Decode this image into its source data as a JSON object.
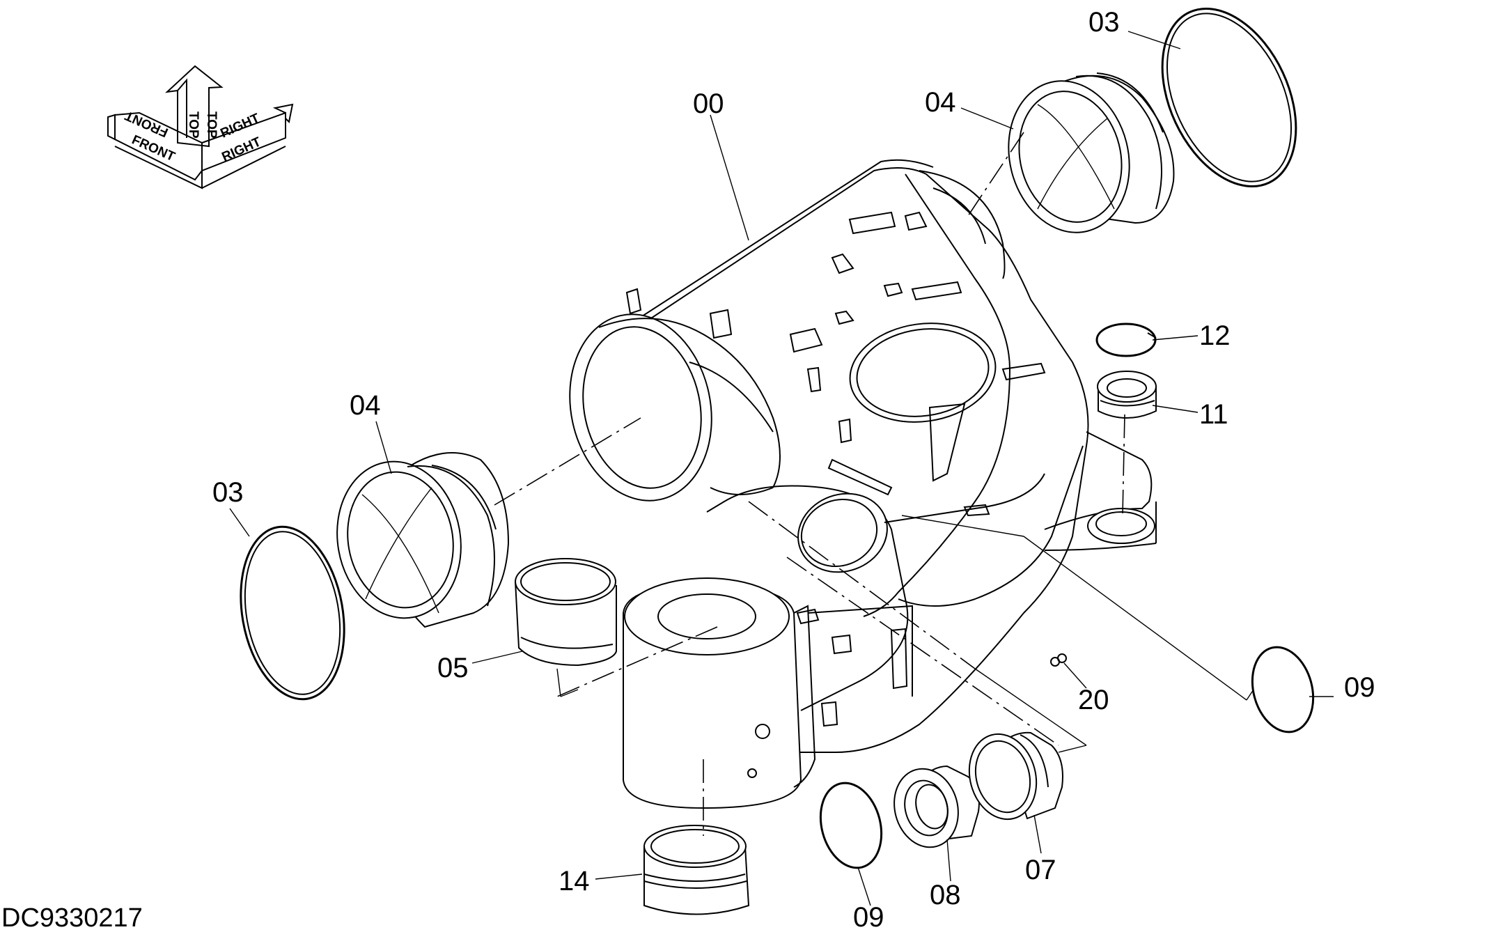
{
  "drawing_number": "DC9330217",
  "orientation": {
    "front": "FRONT",
    "top": "TOP",
    "right": "RIGHT"
  },
  "callouts": {
    "c00": "00",
    "c03_top": "03",
    "c03_left": "03",
    "c04_top": "04",
    "c04_left": "04",
    "c05": "05",
    "c07": "07",
    "c08": "08",
    "c09_bottom": "09",
    "c09_right": "09",
    "c11": "11",
    "c12": "12",
    "c14": "14",
    "c20": "20"
  }
}
